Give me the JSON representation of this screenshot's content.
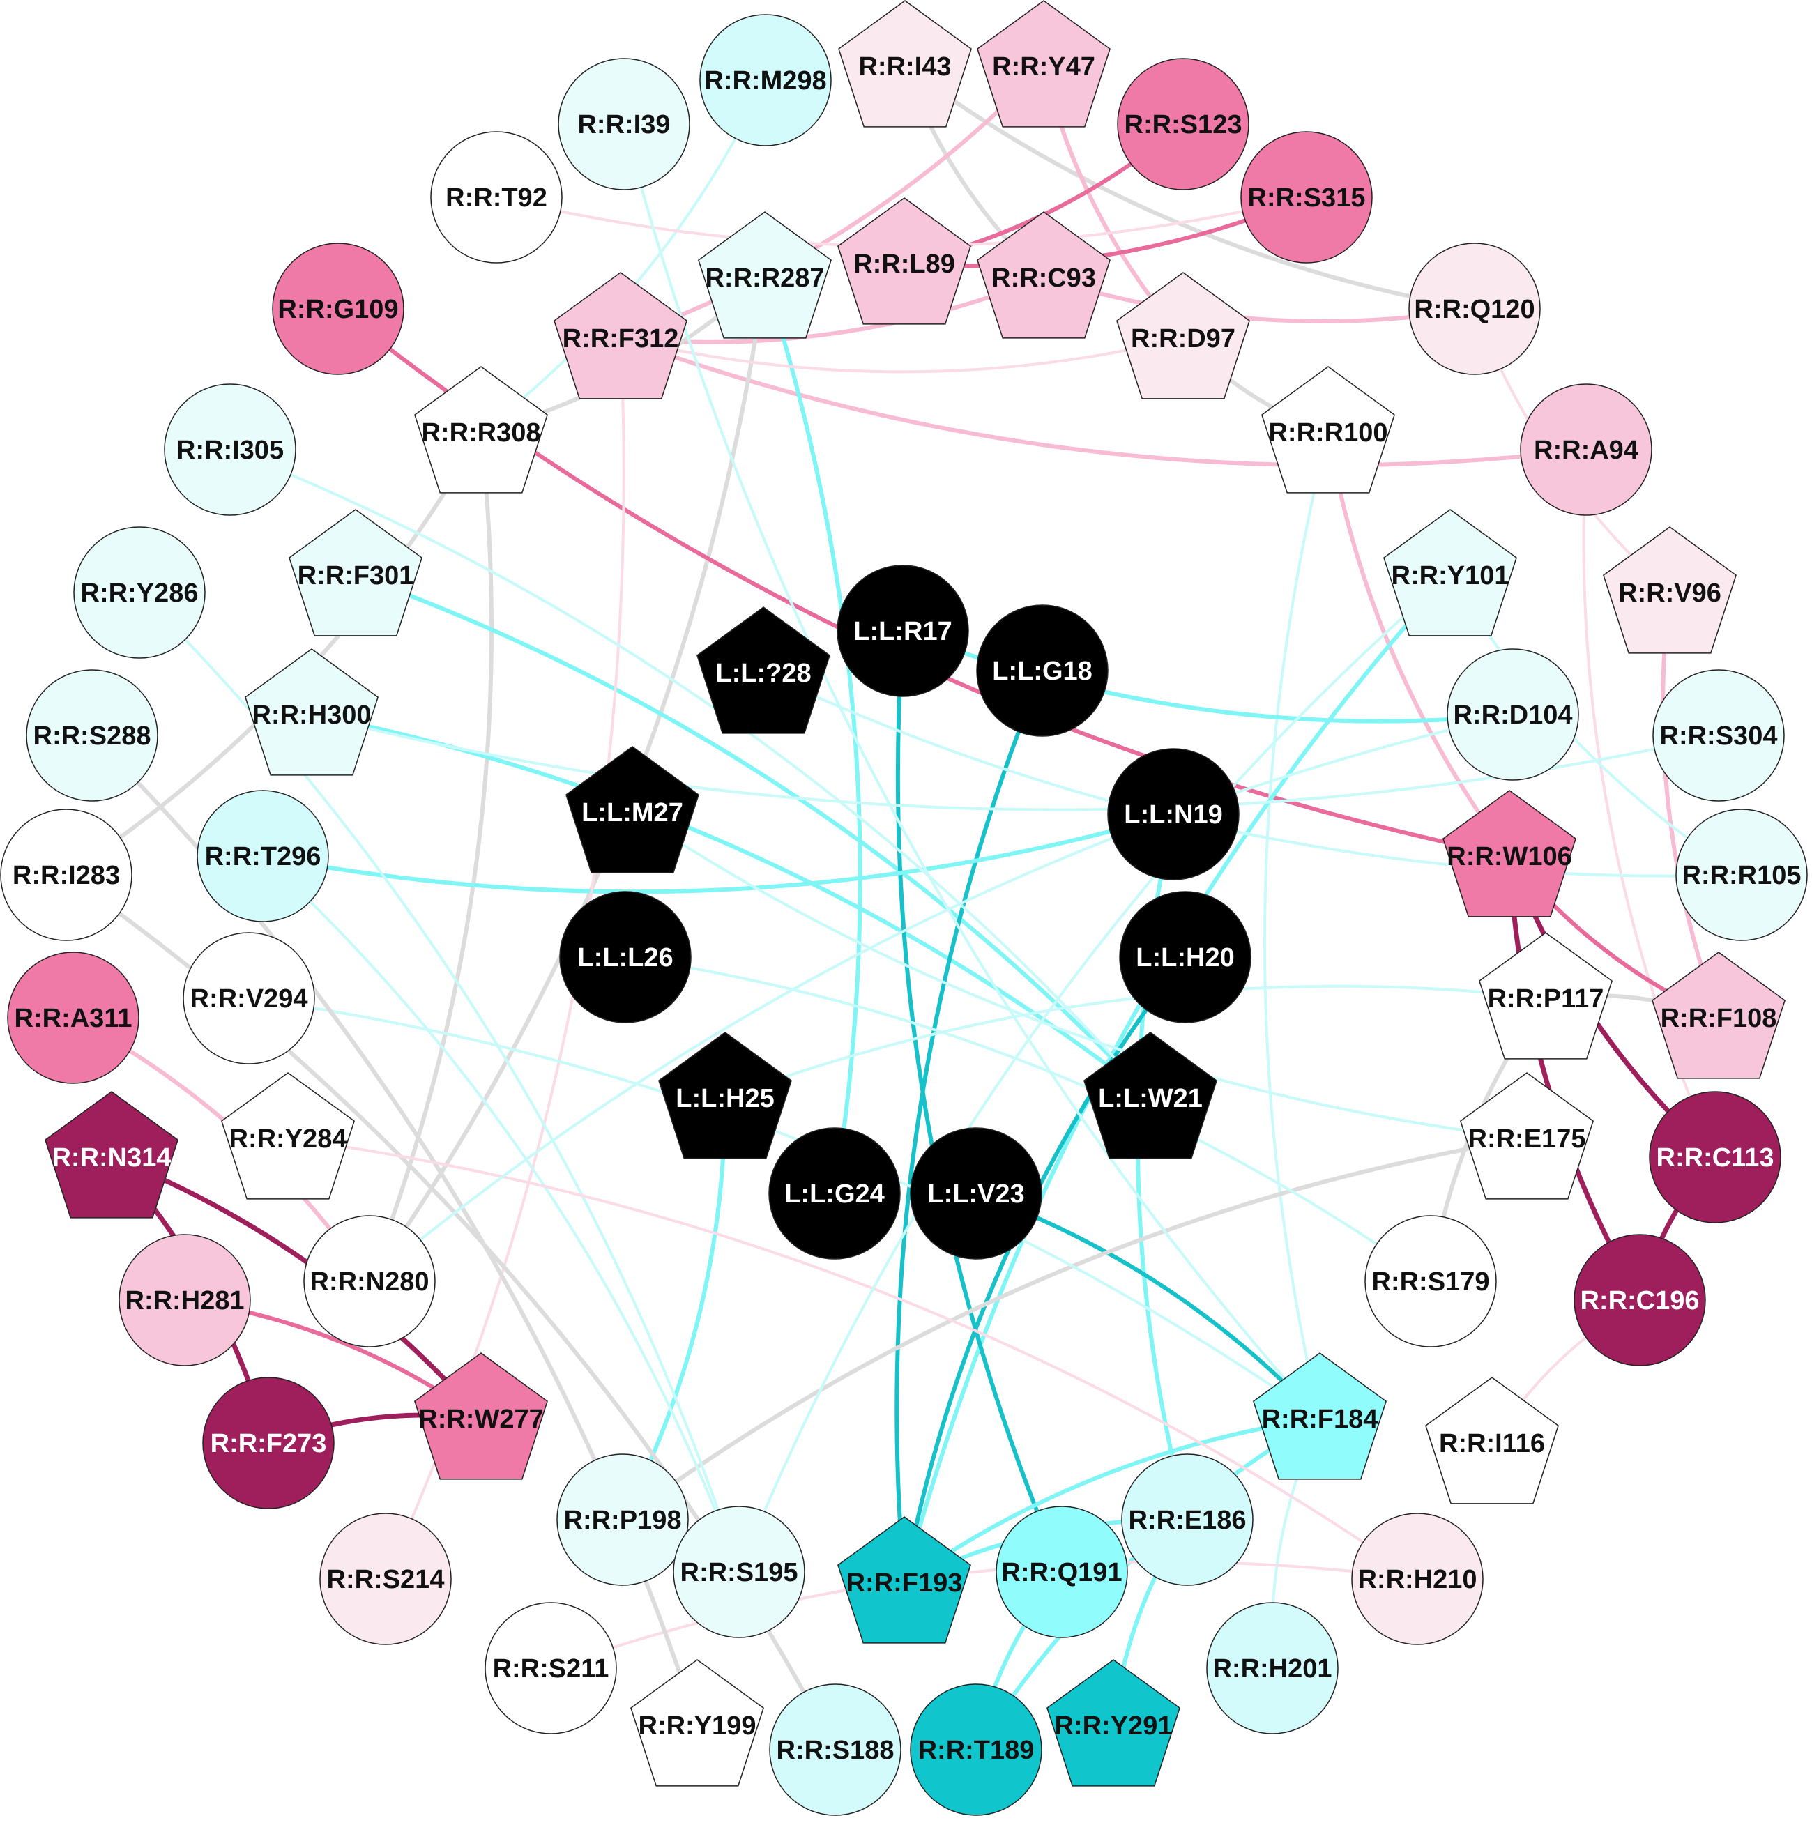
{
  "colors": {
    "edge_gray": "#dcdcdc",
    "edge_cyan": "#7ff5f5",
    "edge_cyan_light": "#c8fafa",
    "edge_teal": "#17c1c9",
    "edge_pink": "#f7bcd3",
    "edge_pink_light": "#fbdce6",
    "edge_hotpink": "#e86b9b",
    "edge_maroon": "#9e1f5c",
    "white": "#ffffff",
    "mint": "#e8fcfc",
    "cyan1": "#d4fbfb",
    "cyan2": "#90fcfc",
    "teal": "#10c6cc",
    "blush": "#fbe9f0",
    "pink1": "#f8c6da",
    "pink2": "#f07aa7",
    "maroon": "#9e1f5c",
    "black": "#000000"
  },
  "nodes": [
    {
      "id": "I43",
      "label": "R:R:I43",
      "shape": "pentagon",
      "fill": "blush"
    },
    {
      "id": "Y47",
      "label": "R:R:Y47",
      "shape": "pentagon",
      "fill": "pink1"
    },
    {
      "id": "M298",
      "label": "R:R:M298",
      "shape": "circle",
      "fill": "cyan1"
    },
    {
      "id": "S123",
      "label": "R:R:S123",
      "shape": "circle",
      "fill": "pink2"
    },
    {
      "id": "I39",
      "label": "R:R:I39",
      "shape": "circle",
      "fill": "mint"
    },
    {
      "id": "S315",
      "label": "R:R:S315",
      "shape": "circle",
      "fill": "pink2"
    },
    {
      "id": "T92",
      "label": "R:R:T92",
      "shape": "circle",
      "fill": "white"
    },
    {
      "id": "L89",
      "label": "R:R:L89",
      "shape": "pentagon",
      "fill": "pink1"
    },
    {
      "id": "C93",
      "label": "R:R:C93",
      "shape": "pentagon",
      "fill": "pink1"
    },
    {
      "id": "R287",
      "label": "R:R:R287",
      "shape": "pentagon",
      "fill": "mint"
    },
    {
      "id": "G109",
      "label": "R:R:G109",
      "shape": "circle",
      "fill": "pink2"
    },
    {
      "id": "Q120",
      "label": "R:R:Q120",
      "shape": "circle",
      "fill": "blush"
    },
    {
      "id": "F312",
      "label": "R:R:F312",
      "shape": "pentagon",
      "fill": "pink1"
    },
    {
      "id": "D97",
      "label": "R:R:D97",
      "shape": "pentagon",
      "fill": "blush"
    },
    {
      "id": "R308",
      "label": "R:R:R308",
      "shape": "pentagon",
      "fill": "white"
    },
    {
      "id": "R100",
      "label": "R:R:R100",
      "shape": "pentagon",
      "fill": "white"
    },
    {
      "id": "I305",
      "label": "R:R:I305",
      "shape": "circle",
      "fill": "mint"
    },
    {
      "id": "A94",
      "label": "R:R:A94",
      "shape": "circle",
      "fill": "pink1"
    },
    {
      "id": "F301",
      "label": "R:R:F301",
      "shape": "pentagon",
      "fill": "mint"
    },
    {
      "id": "Y101",
      "label": "R:R:Y101",
      "shape": "pentagon",
      "fill": "mint"
    },
    {
      "id": "Y286",
      "label": "R:R:Y286",
      "shape": "circle",
      "fill": "mint"
    },
    {
      "id": "V96",
      "label": "R:R:V96",
      "shape": "pentagon",
      "fill": "blush"
    },
    {
      "id": "L28",
      "label": "L:L:?28",
      "shape": "pentagon",
      "fill": "black"
    },
    {
      "id": "R17",
      "label": "L:L:R17",
      "shape": "circle",
      "fill": "black"
    },
    {
      "id": "G18",
      "label": "L:L:G18",
      "shape": "circle",
      "fill": "black"
    },
    {
      "id": "D104",
      "label": "R:R:D104",
      "shape": "circle",
      "fill": "mint"
    },
    {
      "id": "S288",
      "label": "R:R:S288",
      "shape": "circle",
      "fill": "mint"
    },
    {
      "id": "H300",
      "label": "R:R:H300",
      "shape": "pentagon",
      "fill": "mint"
    },
    {
      "id": "S304",
      "label": "R:R:S304",
      "shape": "circle",
      "fill": "mint"
    },
    {
      "id": "M27",
      "label": "L:L:M27",
      "shape": "pentagon",
      "fill": "black"
    },
    {
      "id": "N19",
      "label": "L:L:N19",
      "shape": "circle",
      "fill": "black"
    },
    {
      "id": "I283",
      "label": "R:R:I283",
      "shape": "circle",
      "fill": "white"
    },
    {
      "id": "T296",
      "label": "R:R:T296",
      "shape": "circle",
      "fill": "cyan1"
    },
    {
      "id": "W106",
      "label": "R:R:W106",
      "shape": "pentagon",
      "fill": "pink2"
    },
    {
      "id": "R105",
      "label": "R:R:R105",
      "shape": "circle",
      "fill": "mint"
    },
    {
      "id": "L26",
      "label": "L:L:L26",
      "shape": "circle",
      "fill": "black"
    },
    {
      "id": "H20",
      "label": "L:L:H20",
      "shape": "circle",
      "fill": "black"
    },
    {
      "id": "V294",
      "label": "R:R:V294",
      "shape": "circle",
      "fill": "white"
    },
    {
      "id": "P117",
      "label": "R:R:P117",
      "shape": "pentagon",
      "fill": "white"
    },
    {
      "id": "A311",
      "label": "R:R:A311",
      "shape": "circle",
      "fill": "pink2"
    },
    {
      "id": "F108",
      "label": "R:R:F108",
      "shape": "pentagon",
      "fill": "pink1"
    },
    {
      "id": "H25",
      "label": "L:L:H25",
      "shape": "pentagon",
      "fill": "black"
    },
    {
      "id": "W21",
      "label": "L:L:W21",
      "shape": "pentagon",
      "fill": "black"
    },
    {
      "id": "Y284",
      "label": "R:R:Y284",
      "shape": "pentagon",
      "fill": "white"
    },
    {
      "id": "E175",
      "label": "R:R:E175",
      "shape": "pentagon",
      "fill": "white"
    },
    {
      "id": "N314",
      "label": "R:R:N314",
      "shape": "pentagon",
      "fill": "maroon"
    },
    {
      "id": "C113",
      "label": "R:R:C113",
      "shape": "circle",
      "fill": "maroon"
    },
    {
      "id": "G24",
      "label": "L:L:G24",
      "shape": "circle",
      "fill": "black"
    },
    {
      "id": "V23",
      "label": "L:L:V23",
      "shape": "circle",
      "fill": "black"
    },
    {
      "id": "N280",
      "label": "R:R:N280",
      "shape": "circle",
      "fill": "white"
    },
    {
      "id": "S179",
      "label": "R:R:S179",
      "shape": "circle",
      "fill": "white"
    },
    {
      "id": "H281",
      "label": "R:R:H281",
      "shape": "circle",
      "fill": "pink1"
    },
    {
      "id": "C196",
      "label": "R:R:C196",
      "shape": "circle",
      "fill": "maroon"
    },
    {
      "id": "W277",
      "label": "R:R:W277",
      "shape": "pentagon",
      "fill": "pink2"
    },
    {
      "id": "F184",
      "label": "R:R:F184",
      "shape": "pentagon",
      "fill": "cyan2"
    },
    {
      "id": "F273",
      "label": "R:R:F273",
      "shape": "circle",
      "fill": "maroon"
    },
    {
      "id": "I116",
      "label": "R:R:I116",
      "shape": "pentagon",
      "fill": "white"
    },
    {
      "id": "P198",
      "label": "R:R:P198",
      "shape": "circle",
      "fill": "mint"
    },
    {
      "id": "E186",
      "label": "R:R:E186",
      "shape": "circle",
      "fill": "cyan1"
    },
    {
      "id": "S214",
      "label": "R:R:S214",
      "shape": "circle",
      "fill": "blush"
    },
    {
      "id": "S195",
      "label": "R:R:S195",
      "shape": "circle",
      "fill": "mint"
    },
    {
      "id": "F193",
      "label": "R:R:F193",
      "shape": "pentagon",
      "fill": "teal"
    },
    {
      "id": "Q191",
      "label": "R:R:Q191",
      "shape": "circle",
      "fill": "cyan2"
    },
    {
      "id": "H210",
      "label": "R:R:H210",
      "shape": "circle",
      "fill": "blush"
    },
    {
      "id": "S211",
      "label": "R:R:S211",
      "shape": "circle",
      "fill": "white"
    },
    {
      "id": "H201",
      "label": "R:R:H201",
      "shape": "circle",
      "fill": "cyan1"
    },
    {
      "id": "Y199",
      "label": "R:R:Y199",
      "shape": "pentagon",
      "fill": "white"
    },
    {
      "id": "S188",
      "label": "R:R:S188",
      "shape": "circle",
      "fill": "cyan1"
    },
    {
      "id": "T189",
      "label": "R:R:T189",
      "shape": "circle",
      "fill": "teal"
    },
    {
      "id": "Y291",
      "label": "R:R:Y291",
      "shape": "pentagon",
      "fill": "teal"
    }
  ],
  "edges": [
    [
      "I43",
      "Q120",
      "edge_gray"
    ],
    [
      "I43",
      "C93",
      "edge_gray"
    ],
    [
      "Y47",
      "D97",
      "edge_pink"
    ],
    [
      "Y47",
      "F312",
      "edge_pink"
    ],
    [
      "M298",
      "R308",
      "edge_cyan_light"
    ],
    [
      "S123",
      "L89",
      "edge_hotpink"
    ],
    [
      "S315",
      "L89",
      "edge_hotpink"
    ],
    [
      "T92",
      "S315",
      "edge_pink_light"
    ],
    [
      "C93",
      "Q120",
      "edge_pink"
    ],
    [
      "C93",
      "F312",
      "edge_pink"
    ],
    [
      "F312",
      "A94",
      "edge_pink"
    ],
    [
      "R287",
      "G24",
      "edge_cyan"
    ],
    [
      "R287",
      "N280",
      "edge_gray"
    ],
    [
      "R287",
      "R308",
      "edge_gray"
    ],
    [
      "G109",
      "W106",
      "edge_hotpink"
    ],
    [
      "D97",
      "R100",
      "edge_gray"
    ],
    [
      "D97",
      "F312",
      "edge_pink_light"
    ],
    [
      "Q120",
      "V96",
      "edge_pink_light"
    ],
    [
      "R308",
      "I283",
      "edge_gray"
    ],
    [
      "R308",
      "N280",
      "edge_gray"
    ],
    [
      "R100",
      "W106",
      "edge_pink"
    ],
    [
      "R100",
      "F184",
      "edge_cyan_light"
    ],
    [
      "A94",
      "C113",
      "edge_pink_light"
    ],
    [
      "F301",
      "W21",
      "edge_cyan"
    ],
    [
      "H300",
      "W21",
      "edge_cyan"
    ],
    [
      "Y101",
      "F193",
      "edge_cyan"
    ],
    [
      "V96",
      "F108",
      "edge_pink"
    ],
    [
      "R17",
      "D104",
      "edge_cyan"
    ],
    [
      "R17",
      "Q191",
      "edge_teal"
    ],
    [
      "G18",
      "F193",
      "edge_teal"
    ],
    [
      "N19",
      "T296",
      "edge_cyan"
    ],
    [
      "N19",
      "E186",
      "edge_cyan"
    ],
    [
      "H20",
      "F193",
      "edge_teal"
    ],
    [
      "H25",
      "P198",
      "edge_cyan"
    ],
    [
      "V23",
      "F184",
      "edge_teal"
    ],
    [
      "W106",
      "F108",
      "edge_hotpink"
    ],
    [
      "W106",
      "C113",
      "edge_maroon"
    ],
    [
      "W106",
      "C196",
      "edge_maroon"
    ],
    [
      "C113",
      "C196",
      "edge_maroon"
    ],
    [
      "N314",
      "W277",
      "edge_maroon"
    ],
    [
      "N314",
      "F273",
      "edge_maroon"
    ],
    [
      "H281",
      "W277",
      "edge_hotpink"
    ],
    [
      "F273",
      "W277",
      "edge_maroon"
    ],
    [
      "A311",
      "N280",
      "edge_pink"
    ],
    [
      "F184",
      "F193",
      "edge_cyan"
    ],
    [
      "F184",
      "T189",
      "edge_cyan"
    ],
    [
      "F184",
      "H201",
      "edge_cyan_light"
    ],
    [
      "E186",
      "F193",
      "edge_cyan"
    ],
    [
      "E186",
      "Y291",
      "edge_cyan"
    ],
    [
      "P117",
      "F108",
      "edge_gray"
    ],
    [
      "P117",
      "S179",
      "edge_gray"
    ],
    [
      "E175",
      "P198",
      "edge_gray"
    ],
    [
      "I116",
      "C196",
      "edge_pink_light"
    ],
    [
      "S214",
      "F312",
      "edge_pink_light"
    ],
    [
      "H210",
      "S211",
      "edge_pink_light"
    ],
    [
      "T296",
      "S195",
      "edge_cyan_light"
    ],
    [
      "V294",
      "F184",
      "edge_cyan_light"
    ],
    [
      "Y286",
      "S195",
      "edge_cyan_light"
    ],
    [
      "S288",
      "Y199",
      "edge_gray"
    ],
    [
      "I283",
      "S188",
      "edge_gray"
    ],
    [
      "Y284",
      "H210",
      "edge_pink_light"
    ],
    [
      "I305",
      "W21",
      "edge_cyan_light"
    ],
    [
      "H300",
      "S304",
      "edge_cyan_light"
    ],
    [
      "I39",
      "F184",
      "edge_cyan_light"
    ],
    [
      "L28",
      "R105",
      "edge_cyan_light"
    ],
    [
      "M27",
      "E175",
      "edge_cyan_light"
    ],
    [
      "L26",
      "S179",
      "edge_cyan_light"
    ],
    [
      "H25",
      "P117",
      "edge_cyan_light"
    ],
    [
      "D104",
      "N280",
      "edge_cyan_light"
    ],
    [
      "Y101",
      "S195",
      "edge_cyan_light"
    ],
    [
      "R105",
      "Y101",
      "edge_cyan_light"
    ],
    [
      "T189",
      "Q191",
      "edge_cyan"
    ]
  ]
}
